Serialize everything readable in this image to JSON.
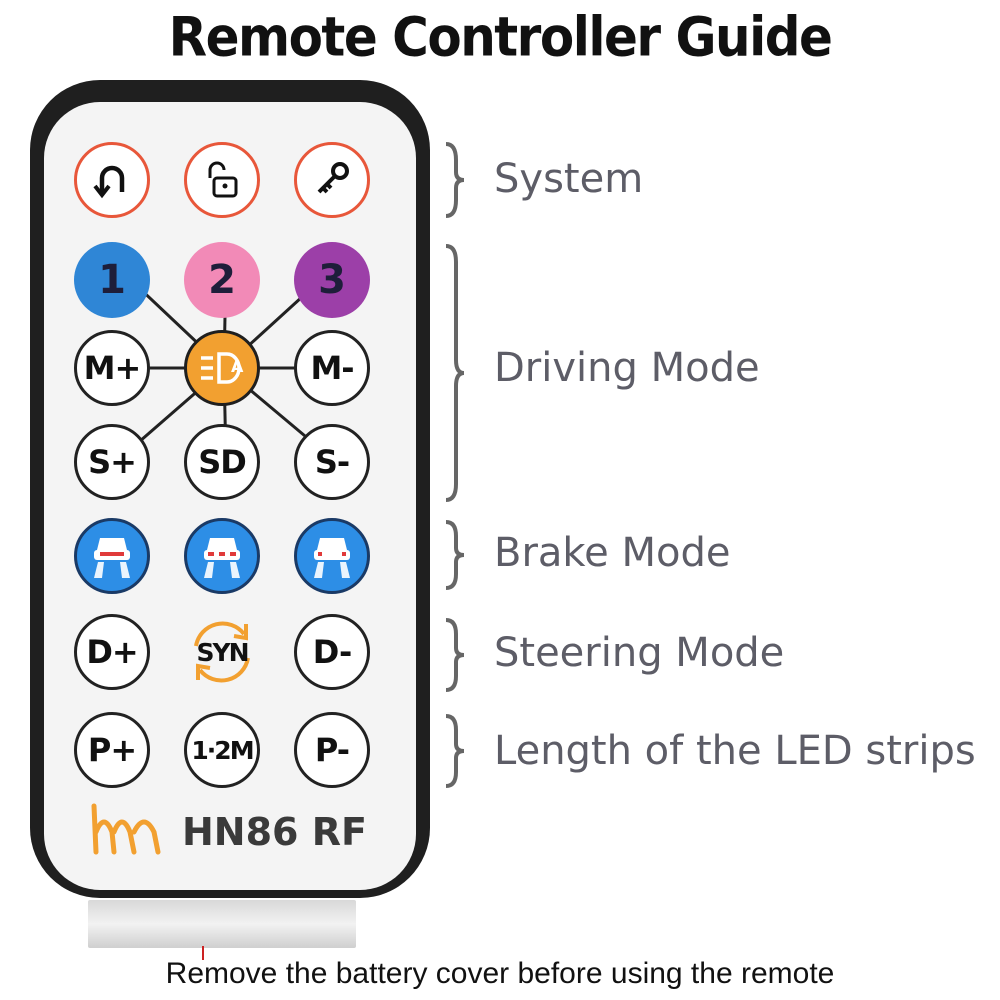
{
  "title": "Remote Controller Guide",
  "remote": {
    "model": "HN86 RF",
    "logo_icon": "hm-wave-logo",
    "rows": [
      {
        "group": "system",
        "buttons": [
          {
            "icon": "rotate-arrow-icon"
          },
          {
            "icon": "unlock-icon"
          },
          {
            "icon": "key-icon"
          }
        ]
      },
      {
        "group": "driving",
        "buttons": [
          {
            "label": "1",
            "color": "#2f86d6"
          },
          {
            "label": "2",
            "color": "#f28ab7"
          },
          {
            "label": "3",
            "color": "#9c3fa8"
          }
        ]
      },
      {
        "group": "driving",
        "buttons": [
          {
            "label": "M+"
          },
          {
            "icon": "headlight-icon",
            "color": "#f2a030"
          },
          {
            "label": "M-"
          }
        ]
      },
      {
        "group": "driving",
        "buttons": [
          {
            "label": "S+"
          },
          {
            "label": "SD"
          },
          {
            "label": "S-"
          }
        ]
      },
      {
        "group": "brake",
        "buttons": [
          {
            "icon": "car-brake-icon",
            "color": "#2d8ee6"
          },
          {
            "icon": "car-brake-icon",
            "color": "#2d8ee6"
          },
          {
            "icon": "car-brake-icon",
            "color": "#2d8ee6"
          }
        ]
      },
      {
        "group": "steering",
        "buttons": [
          {
            "label": "D+"
          },
          {
            "label": "SYN",
            "icon": "sync-arrows-icon",
            "color": "#f2a030"
          },
          {
            "label": "D-"
          }
        ]
      },
      {
        "group": "length",
        "buttons": [
          {
            "label": "P+"
          },
          {
            "label": "1·2M"
          },
          {
            "label": "P-"
          }
        ]
      }
    ]
  },
  "groups": [
    {
      "name": "System"
    },
    {
      "name": "Driving Mode"
    },
    {
      "name": "Brake Mode"
    },
    {
      "name": "Steering Mode"
    },
    {
      "name": "Length of the LED strips"
    }
  ],
  "footer": "Remove the battery cover before using the remote"
}
